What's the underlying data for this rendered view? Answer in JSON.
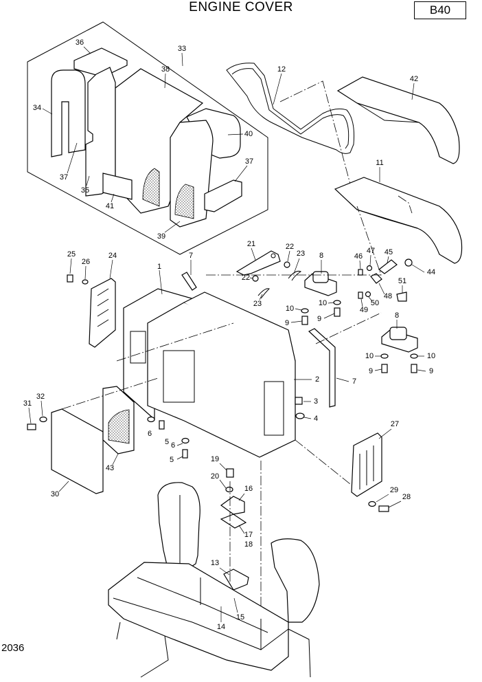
{
  "title": "ENGINE COVER",
  "code": "B40",
  "sheet_number": "2036",
  "part_numbers": [
    "1",
    "2",
    "3",
    "4",
    "5",
    "5",
    "6",
    "6",
    "7",
    "7",
    "8",
    "8",
    "9",
    "9",
    "9",
    "9",
    "10",
    "10",
    "10",
    "10",
    "11",
    "12",
    "13",
    "14",
    "15",
    "16",
    "17",
    "18",
    "19",
    "20",
    "21",
    "22",
    "22",
    "23",
    "23",
    "24",
    "25",
    "26",
    "27",
    "28",
    "29",
    "30",
    "31",
    "32",
    "33",
    "34",
    "35",
    "36",
    "37",
    "37",
    "38",
    "39",
    "40",
    "41",
    "42",
    "43",
    "44",
    "45",
    "46",
    "47",
    "48",
    "49",
    "50",
    "51"
  ]
}
